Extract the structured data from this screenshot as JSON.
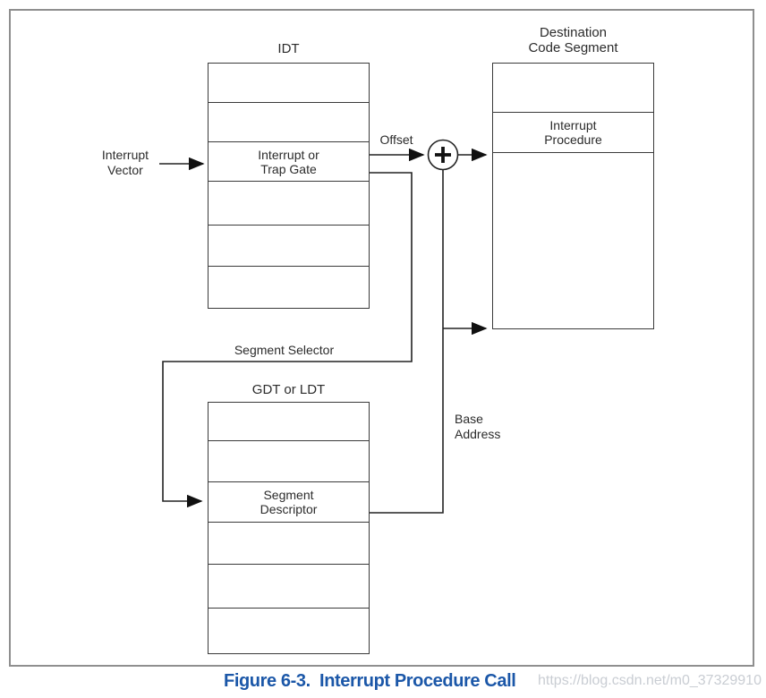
{
  "figure": {
    "caption": "Figure 6-3.  Interrupt Procedure Call",
    "watermark": "https://blog.csdn.net/m0_37329910"
  },
  "diagram": {
    "idt": {
      "title": "IDT",
      "rows": [
        "",
        "",
        "Interrupt or\nTrap Gate",
        "",
        "",
        ""
      ]
    },
    "destination": {
      "title": "Destination\nCode Segment",
      "rows": [
        "",
        "Interrupt\nProcedure",
        ""
      ]
    },
    "gdt": {
      "title": "GDT or LDT",
      "rows": [
        "",
        "",
        "Segment\nDescriptor",
        "",
        "",
        ""
      ]
    },
    "labels": {
      "interrupt_vector": "Interrupt\nVector",
      "offset": "Offset",
      "segment_selector": "Segment Selector",
      "base_address": "Base\nAddress",
      "adder_symbol": "+"
    },
    "icons": {
      "adder": "plus-circle-icon",
      "arrows": "solid-triangle-arrowheads"
    },
    "colors": {
      "caption_blue": "#1b57a8",
      "watermark_gray": "#c9cdd3",
      "line_dark": "#3a3a3a",
      "border_gray": "#8f8f8f"
    }
  }
}
